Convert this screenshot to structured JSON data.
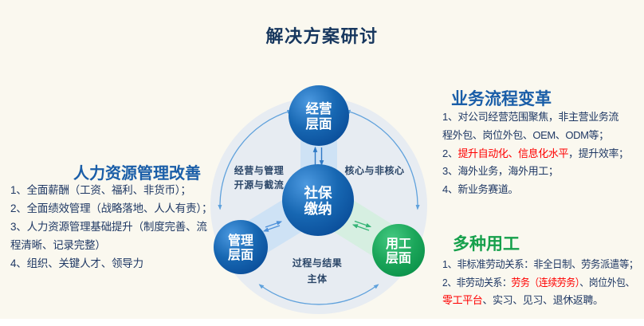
{
  "title": "解决方案研讨",
  "colors": {
    "red": "#FE0000",
    "body_navy": "#1F3864",
    "heading_blue": "#1A5EA8",
    "heading_green": "#16A04C",
    "circle_blue": "#1565B0",
    "circle_green": "#16A35A",
    "slide_background": "#FAF8EF"
  },
  "left_block": {
    "heading": "人力资源管理改善",
    "lines": [
      [
        {
          "t": "1、全面薪酬（工资、福利、非货币）；"
        }
      ],
      [
        {
          "t": "2、全面绩效管理（战略落地、人人有责）；"
        }
      ],
      [
        {
          "t": "3、人力资源管理基础提升（制度完善、流"
        }
      ],
      [
        {
          "t": "程清晰、记录完整）"
        }
      ],
      [
        {
          "t": "4、组织、关键人才、领导力"
        }
      ]
    ]
  },
  "right_top_block": {
    "heading": "业务流程变革",
    "lines": [
      [
        {
          "t": "1、对公司经营范围聚焦，非主营业务流"
        }
      ],
      [
        {
          "t": "程外包、岗位外包、OEM、ODM等；"
        }
      ],
      [
        {
          "t": "2、"
        },
        {
          "t": "提升自动化、信息化水平",
          "c": "red"
        },
        {
          "t": "，提升效率；"
        }
      ],
      [
        {
          "t": "3、海外业务，海外用工；"
        }
      ],
      [
        {
          "t": "4、新业务赛道。"
        }
      ]
    ]
  },
  "right_bottom_block": {
    "heading": "多种用工",
    "lines": [
      [
        {
          "t": "1、非标准劳动关系：非全日制、劳务派遣等；"
        }
      ],
      [
        {
          "t": "2、非劳动关系："
        },
        {
          "t": "劳务（连续劳务）",
          "c": "red"
        },
        {
          "t": "、岗位外包、"
        }
      ],
      [
        {
          "t": "零工平台",
          "c": "red"
        },
        {
          "t": "、实习、见习、退休返聘。"
        }
      ]
    ]
  },
  "diagram": {
    "circles": {
      "top": {
        "line1": "经营",
        "line2": "层面"
      },
      "center": {
        "line1": "社保",
        "line2": "缴纳"
      },
      "left": {
        "line1": "管理",
        "line2": "层面"
      },
      "right": {
        "line1": "用工",
        "line2": "层面"
      }
    },
    "labels": {
      "left1": "经营与管理",
      "left2": "开源与截流",
      "right1": "核心与非核心",
      "bottom1": "过程与结果",
      "bottom2": "主体"
    }
  }
}
